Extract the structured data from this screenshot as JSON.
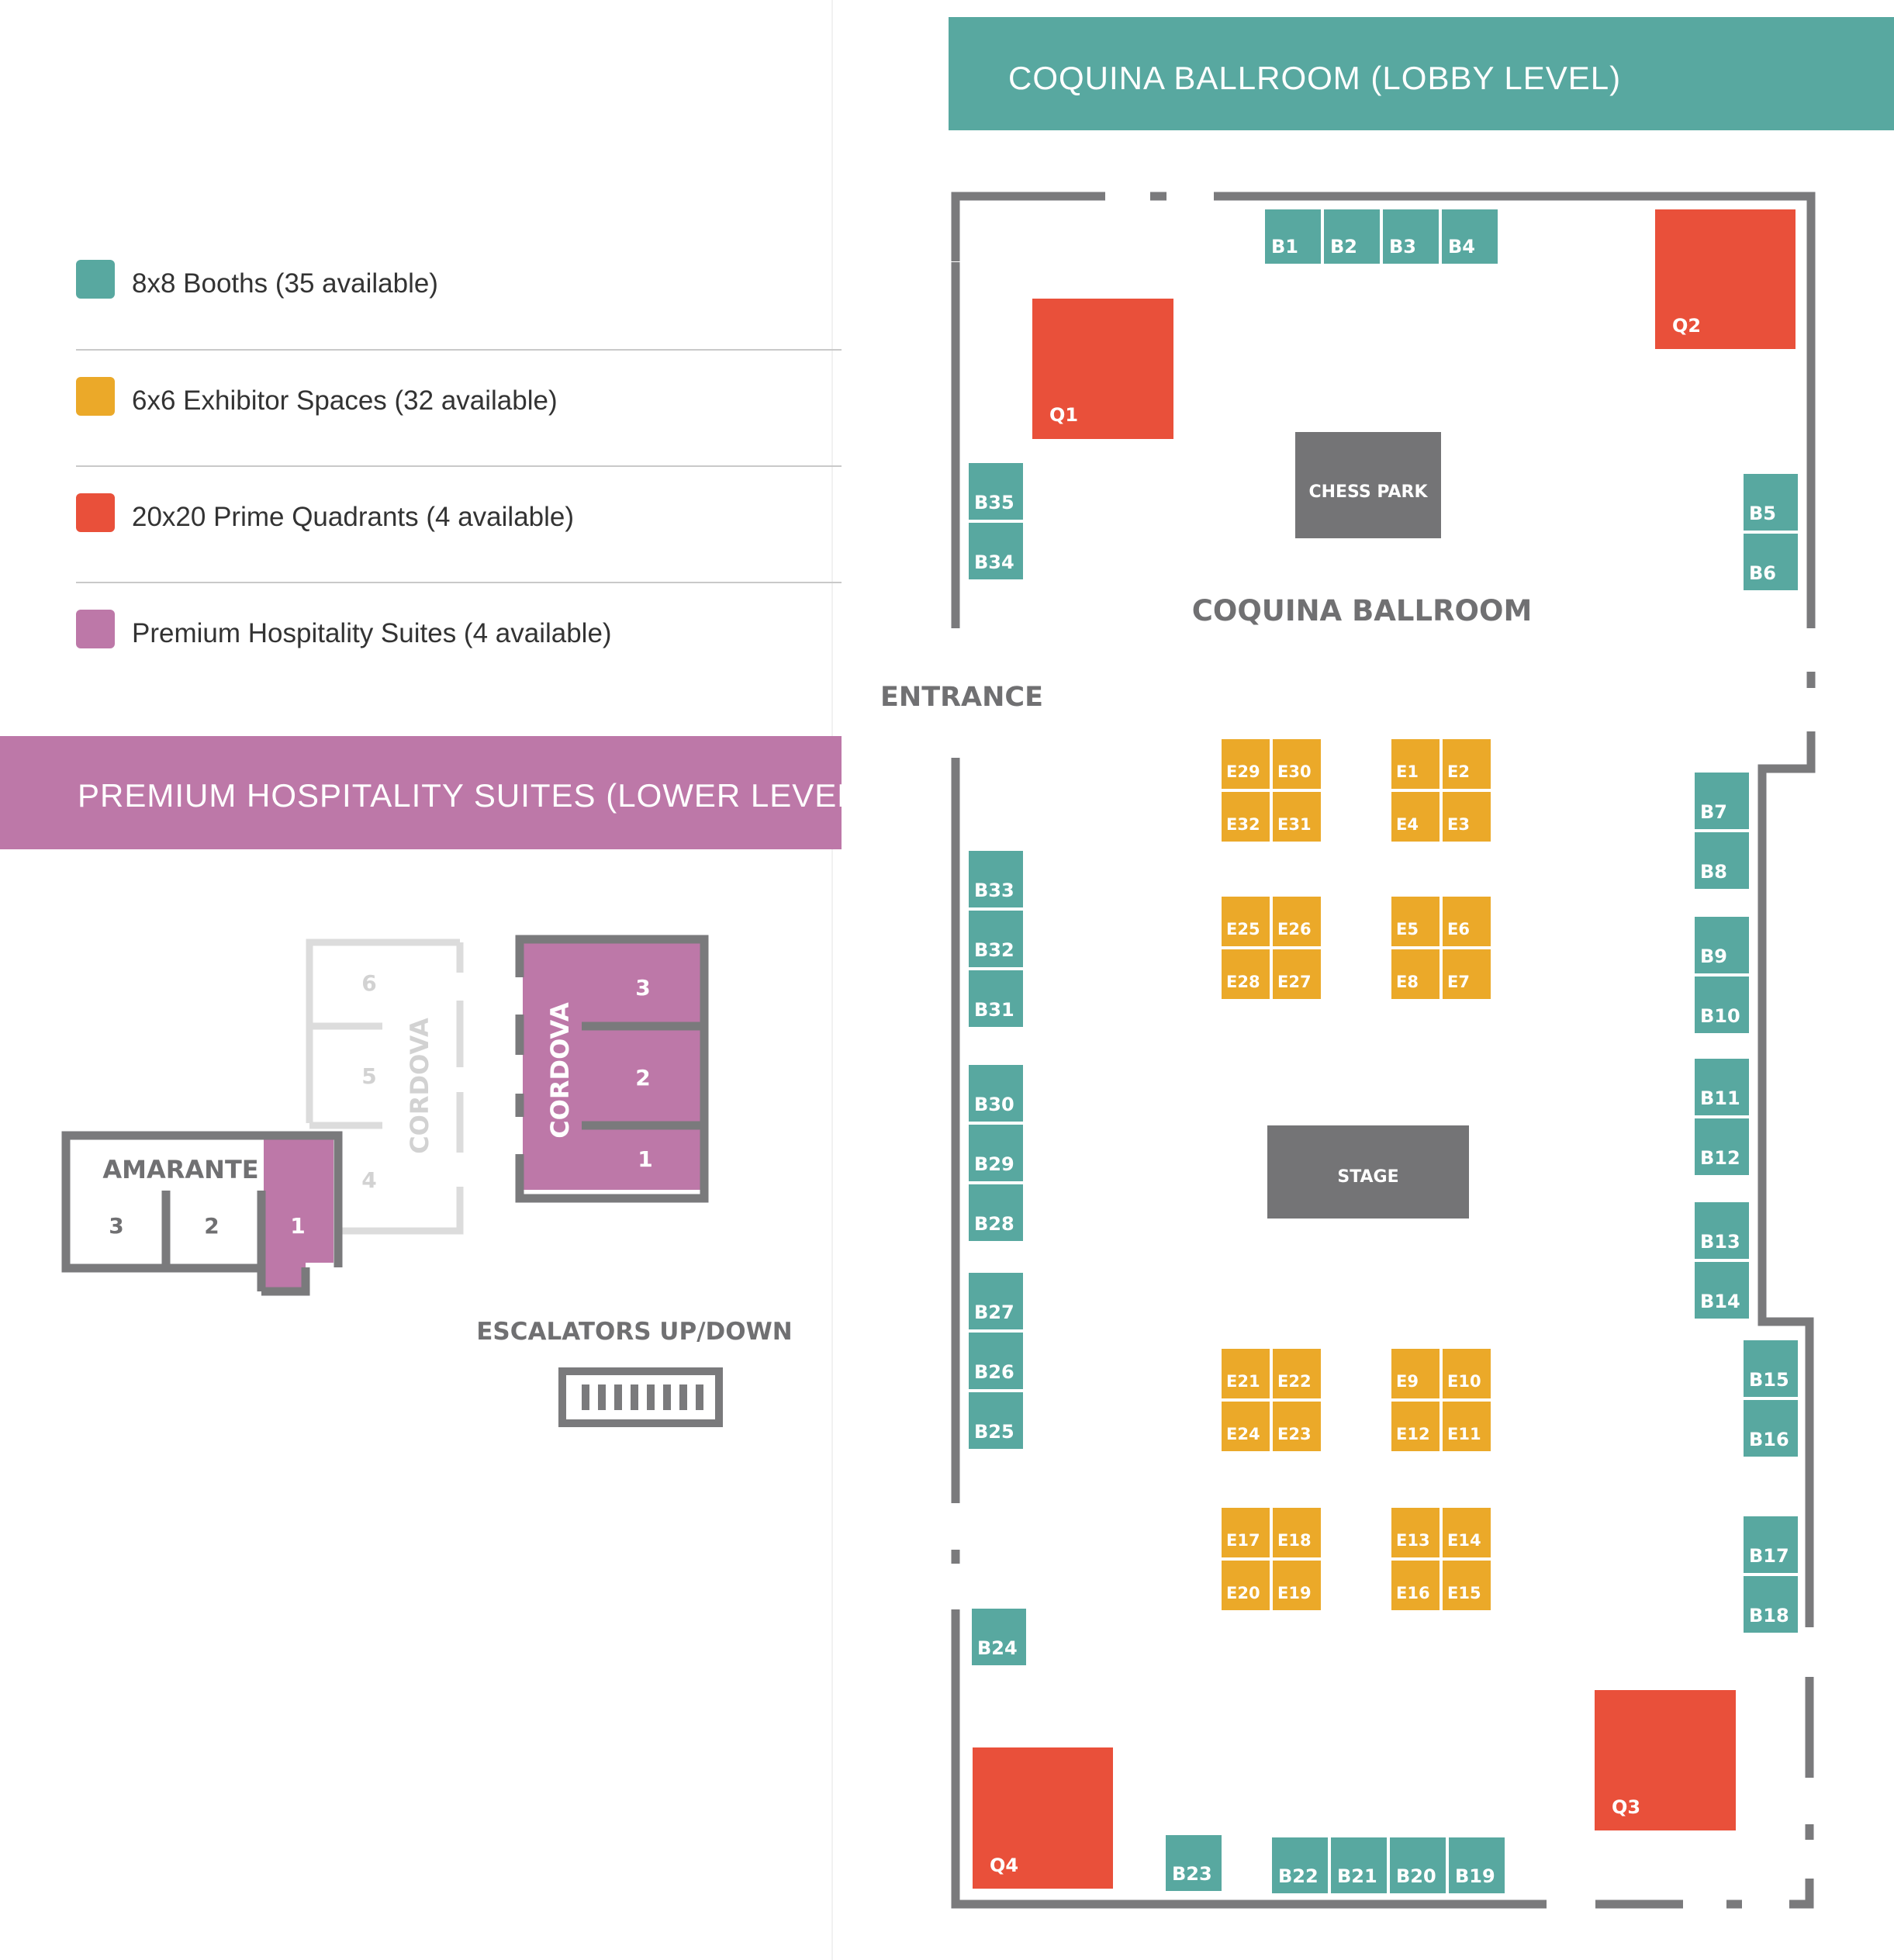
{
  "lobby_banner": {
    "title": "COQUINA BALLROOM (LOBBY LEVEL)",
    "color": "#58a8a0"
  },
  "lower_banner": {
    "title": "PREMIUM HOSPITALITY SUITES (LOWER LEVEL)",
    "color": "#bd78a8"
  },
  "legend": [
    {
      "label": "8x8 Booths (35 available)",
      "color": "#58a8a0"
    },
    {
      "label": "6x6 Exhibitor Spaces (32 available)",
      "color": "#eba929"
    },
    {
      "label": "20x20 Prime Quadrants (4 available)",
      "color": "#e9503a"
    },
    {
      "label": "Premium Hospitality Suites (4 available)",
      "color": "#bd78a8"
    }
  ],
  "ballroom": {
    "name": "COQUINA BALLROOM",
    "entrance": "ENTRANCE",
    "chess_park": "CHESS PARK",
    "stage": "STAGE"
  },
  "quadrants": [
    "Q1",
    "Q2",
    "Q3",
    "Q4"
  ],
  "booths": [
    "B1",
    "B2",
    "B3",
    "B4",
    "B5",
    "B6",
    "B7",
    "B8",
    "B9",
    "B10",
    "B11",
    "B12",
    "B13",
    "B14",
    "B15",
    "B16",
    "B17",
    "B18",
    "B19",
    "B20",
    "B21",
    "B22",
    "B23",
    "B24",
    "B25",
    "B26",
    "B27",
    "B28",
    "B29",
    "B30",
    "B31",
    "B32",
    "B33",
    "B34",
    "B35"
  ],
  "exhibitor_spaces": [
    "E1",
    "E2",
    "E3",
    "E4",
    "E5",
    "E6",
    "E7",
    "E8",
    "E9",
    "E10",
    "E11",
    "E12",
    "E13",
    "E14",
    "E15",
    "E16",
    "E17",
    "E18",
    "E19",
    "E20",
    "E21",
    "E22",
    "E23",
    "E24",
    "E25",
    "E26",
    "E27",
    "E28",
    "E29",
    "E30",
    "E31",
    "E32"
  ],
  "lower_level": {
    "cordova_label": "CORDOVA",
    "cordova_suites": [
      "3",
      "2",
      "1"
    ],
    "cordova_unavailable": [
      "6",
      "5",
      "4"
    ],
    "amarante_label": "AMARANTE",
    "amarante_rooms": [
      "3",
      "2",
      "1"
    ],
    "escalators": "ESCALATORS UP/DOWN"
  }
}
